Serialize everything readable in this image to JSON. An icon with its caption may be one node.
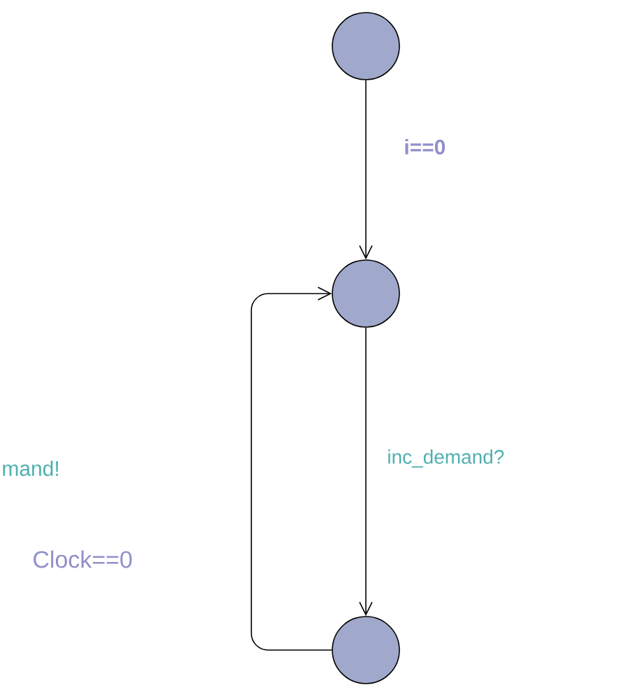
{
  "diagram": {
    "nodes": [
      {
        "text": [],
        "shape": "circle"
      },
      {
        "text": [],
        "shape": "circle"
      },
      {
        "text": [],
        "shape": "circle"
      }
    ],
    "edges": [
      {
        "from": 0,
        "to": 1,
        "arrow": "to",
        "label": "i==0"
      },
      {
        "from": 1,
        "to": 2,
        "arrow": "to",
        "label": "inc_demand?"
      },
      {
        "from": 2,
        "to": 1,
        "arrow": "to"
      }
    ],
    "labels": [
      "mand!",
      "Clock==0"
    ]
  }
}
